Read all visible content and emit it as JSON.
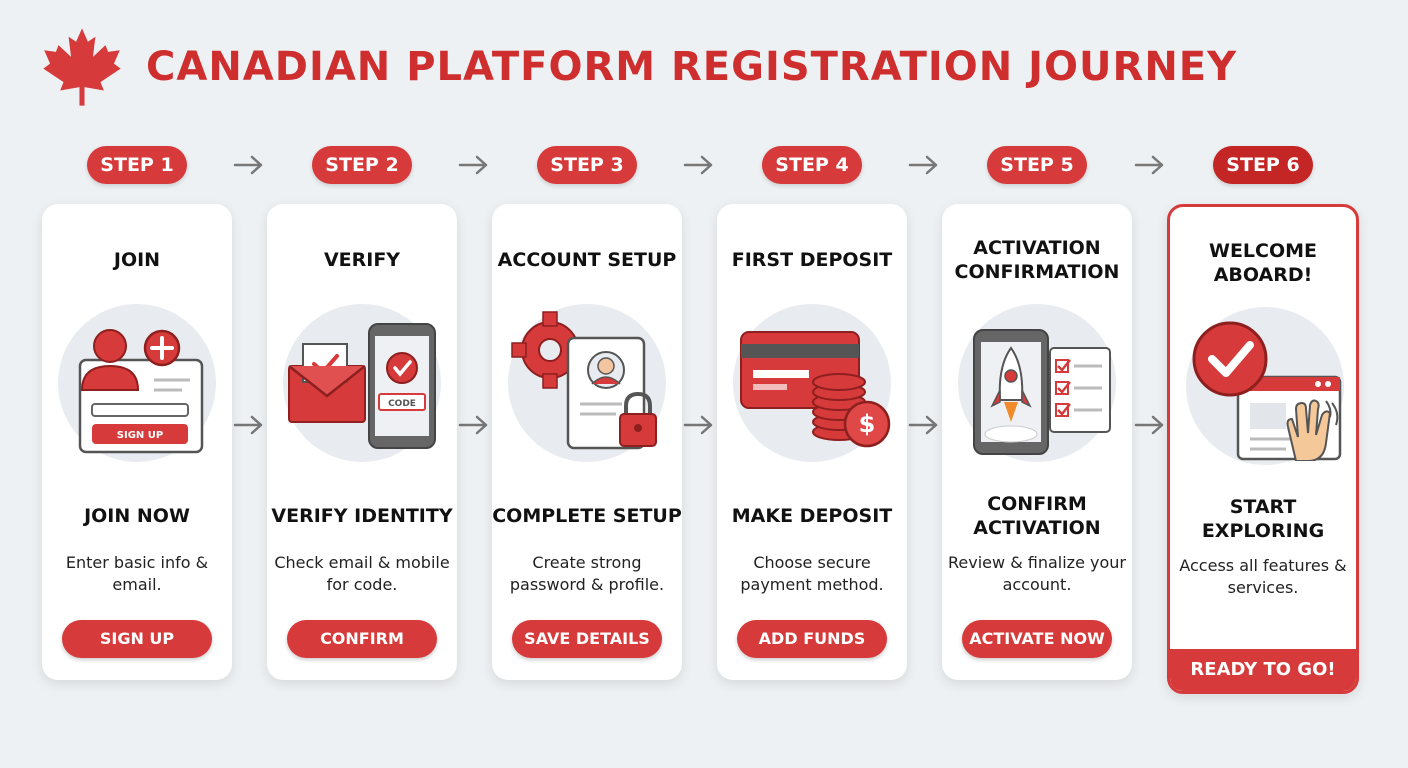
{
  "title": "CANADIAN PLATFORM REGISTRATION JOURNEY",
  "colors": {
    "accent": "#d63a3a",
    "dark_accent": "#c42525",
    "background": "#eef1f4"
  },
  "steps": [
    {
      "step": "STEP 1",
      "title": "JOIN",
      "icon": "user-signup-form-icon",
      "icon_text": "SIGN UP",
      "action": "JOIN NOW",
      "desc": "Enter basic info & email.",
      "button": "SIGN UP"
    },
    {
      "step": "STEP 2",
      "title": "VERIFY",
      "icon": "email-phone-verification-icon",
      "icon_text": "CODE",
      "action": "VERIFY IDENTITY",
      "desc": "Check email & mobile for code.",
      "button": "CONFIRM"
    },
    {
      "step": "STEP 3",
      "title": "ACCOUNT SETUP",
      "icon": "gear-profile-lock-icon",
      "action": "COMPLETE SETUP",
      "desc": "Create strong password & profile.",
      "button": "SAVE DETAILS"
    },
    {
      "step": "STEP 4",
      "title": "FIRST DEPOSIT",
      "icon": "card-coins-icon",
      "action": "MAKE DEPOSIT",
      "desc": "Choose secure payment method.",
      "button": "ADD FUNDS"
    },
    {
      "step": "STEP 5",
      "title": "ACTIVATION CONFIRMATION",
      "icon": "rocket-phone-checklist-icon",
      "action": "CONFIRM ACTIVATION",
      "desc": "Review & finalize your account.",
      "button": "ACTIVATE NOW"
    },
    {
      "step": "STEP 6",
      "title": "WELCOME ABOARD!",
      "icon": "checkmark-wave-icon",
      "action": "START EXPLORING",
      "desc": "Access all features & services.",
      "banner": "READY TO GO!"
    }
  ]
}
